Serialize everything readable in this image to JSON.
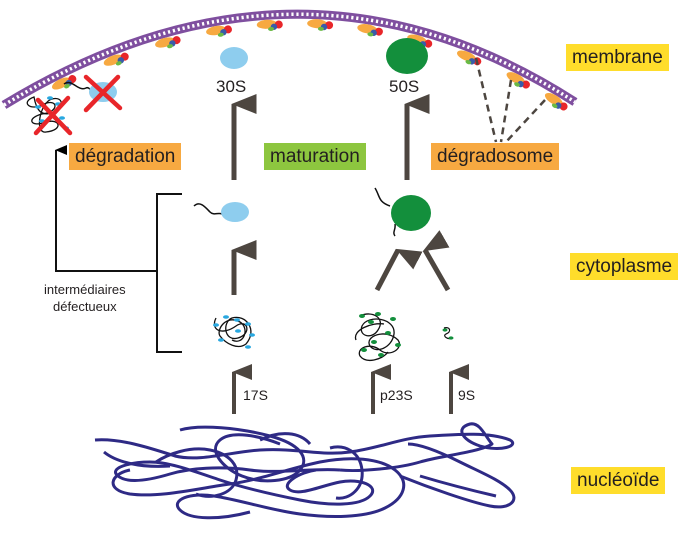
{
  "compartments": {
    "membrane": "membrane",
    "cytoplasm": "cytoplasme",
    "nucleoid": "nucléoïde"
  },
  "processes": {
    "degradation": "dégradation",
    "maturation": "maturation",
    "degradosome": "dégradosome"
  },
  "particles": {
    "subunit_30S": "30S",
    "subunit_50S": "50S",
    "precursor_17S": "17S",
    "precursor_p23S": "p23S",
    "precursor_9S": "9S"
  },
  "bracket_label": {
    "line1": "intermédiaires",
    "line2": "défectueux"
  },
  "colors": {
    "membrane": "#7f4f9f",
    "degradosome_body": "#f7a941",
    "degradosome_red": "#e8262a",
    "degradosome_blue": "#3a5ba9",
    "degradosome_green": "#6ab945",
    "subunit_30S": "#8ecdee",
    "subunit_50S": "#138f3c",
    "nucleoid": "#2e2a85",
    "arrow": "#4d4640",
    "cross": "#e8262a",
    "box_orange": "#f7a941",
    "box_green": "#8dc63f",
    "box_yellow": "#ffdd2b"
  }
}
